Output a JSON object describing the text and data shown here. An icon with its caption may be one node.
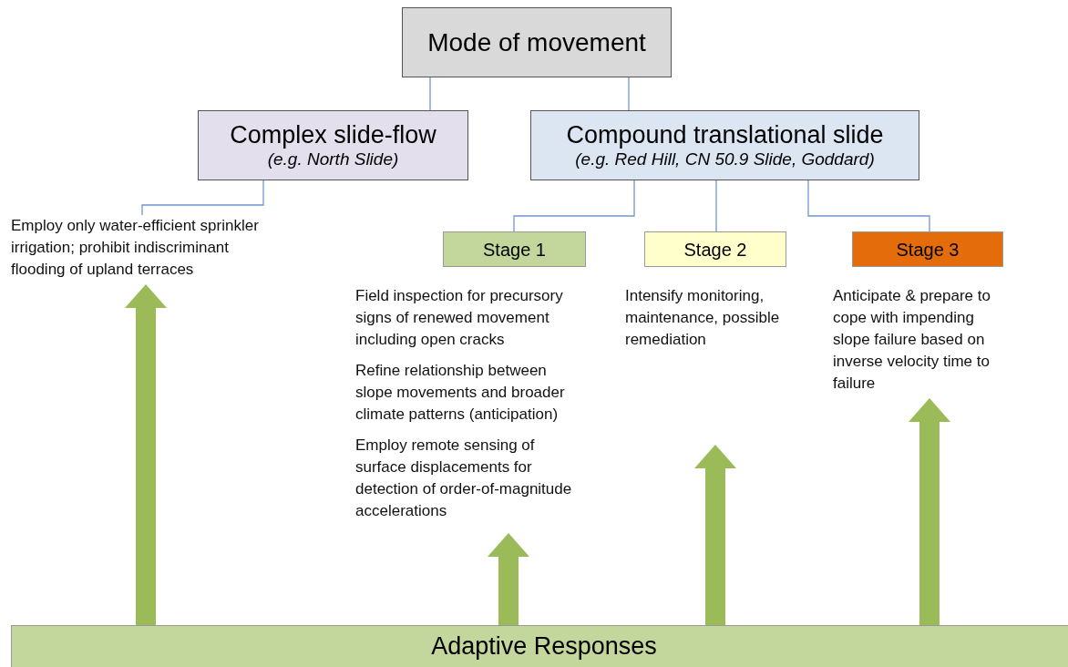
{
  "diagram": {
    "nodes": [
      {
        "text": [
          "Mode of movement"
        ]
      },
      {
        "text": [
          "Complex slide-flow",
          "(e.g. North Slide)"
        ]
      },
      {
        "text": [
          "Compound translational slide",
          "(e.g. Red Hill, CN 50.9 Slide, Goddard)"
        ]
      },
      {
        "text": [
          "Employ only water-efficient sprinkler irrigation; prohibit indiscriminant flooding of upland terraces"
        ]
      },
      {
        "text": [
          "Stage 1"
        ]
      },
      {
        "text": [
          "Stage 2"
        ]
      },
      {
        "text": [
          "Stage 3"
        ]
      },
      {
        "text": [
          "Adaptive Responses"
        ]
      },
      {
        "text": [
          "Field inspection for precursory signs of renewed movement including open cracks",
          "Refine relationship between slope movements and broader climate patterns (anticipation)",
          "Employ remote sensing of surface displacements for detection of order-of-magnitude accelerations"
        ]
      },
      {
        "text": [
          "Intensify monitoring, maintenance, possible remediation"
        ]
      },
      {
        "text": [
          "Anticipate & prepare to cope with impending slope failure based on inverse velocity time to failure"
        ]
      }
    ],
    "edges": [
      {
        "from": 0,
        "to": 1,
        "arrow": "none"
      },
      {
        "from": 0,
        "to": 2,
        "arrow": "none"
      },
      {
        "from": 1,
        "to": 3,
        "arrow": "none"
      },
      {
        "from": 2,
        "to": 4,
        "arrow": "none"
      },
      {
        "from": 2,
        "to": 5,
        "arrow": "none"
      },
      {
        "from": 2,
        "to": 6,
        "arrow": "none"
      },
      {
        "from": 7,
        "to": 3,
        "arrow": "to",
        "style": "thick",
        "color": "#9bbb59"
      },
      {
        "from": 7,
        "to": 8,
        "arrow": "to",
        "style": "thick",
        "color": "#9bbb59"
      },
      {
        "from": 7,
        "to": 9,
        "arrow": "to",
        "style": "thick",
        "color": "#9bbb59"
      },
      {
        "from": 7,
        "to": 10,
        "arrow": "to",
        "style": "thick",
        "color": "#9bbb59"
      }
    ]
  }
}
